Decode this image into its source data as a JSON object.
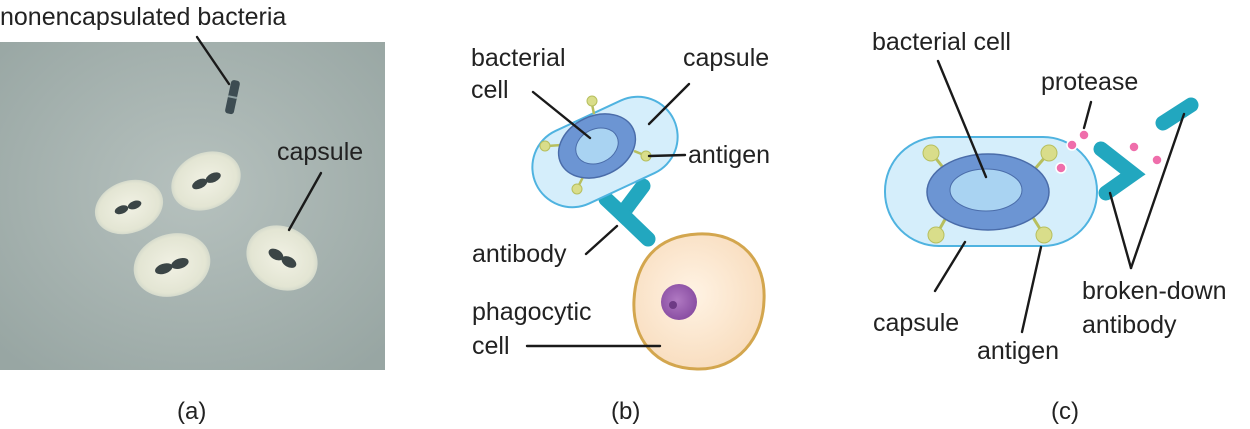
{
  "panel_a": {
    "label_nonencapsulated": "nonencapsulated bacteria",
    "label_capsule": "capsule",
    "caption": "(a)"
  },
  "panel_b": {
    "label_bacterial_cell_line1": "bacterial",
    "label_bacterial_cell_line2": "cell",
    "label_capsule": "capsule",
    "label_antigen": "antigen",
    "label_antibody": "antibody",
    "label_phagocytic_line1": "phagocytic",
    "label_phagocytic_line2": "cell",
    "caption": "(b)"
  },
  "panel_c": {
    "label_bacterial_cell": "bacterial cell",
    "label_protease": "protease",
    "label_capsule": "capsule",
    "label_antigen": "antigen",
    "label_broken_line1": "broken-down",
    "label_broken_line2": "antibody",
    "caption": "(c)"
  },
  "colors": {
    "photo_bg": "#a9b6b3",
    "capsule_halo": "#e6e7d6",
    "capsule_fill": "#d5eefb",
    "capsule_stroke": "#4fb3e0",
    "cell_outer": "#6c95d3",
    "cell_inner": "#a9d3f2",
    "antigen": "#d9dd8a",
    "antibody": "#22a7bf",
    "phagocyte_fill": "#fbe5cc",
    "phagocyte_stroke": "#d3a64e",
    "nucleus": "#9a60b0",
    "protease": "#ef6eab"
  }
}
